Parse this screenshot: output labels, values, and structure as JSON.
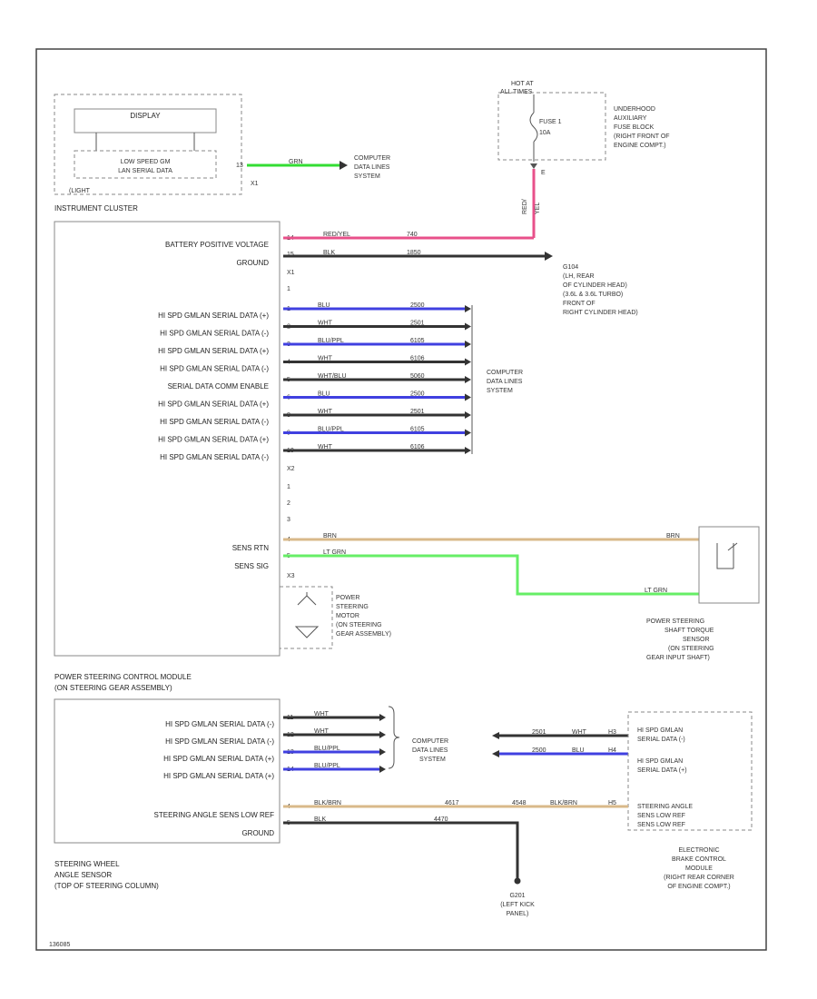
{
  "colors": {
    "green": "#33dd33",
    "pink": "#e8508a",
    "black": "#333333",
    "blue": "#4040e0",
    "tan": "#d9b98a",
    "ltgreen": "#66ee66"
  },
  "cluster": {
    "display": "DISPLAY",
    "low_speed": [
      "LOW SPEED GM",
      "LAN SERIAL DATA"
    ],
    "light_label": "(LIGHT",
    "title": "INSTRUMENT CLUSTER",
    "pin_top": "13",
    "conn_top": "X1",
    "wire_green_color": "GRN",
    "dest_top": [
      "COMPUTER",
      "DATA LINES",
      "SYSTEM"
    ]
  },
  "fuse": {
    "hot_at": [
      "HOT AT",
      "ALL TIMES"
    ],
    "fuse_name": "FUSE 1",
    "fuse_amps": "10A",
    "block": [
      "UNDERHOOD",
      "AUXILIARY",
      "FUSE BLOCK",
      "(RIGHT FRONT OF",
      "ENGINE COMPT.)"
    ],
    "pin": "E",
    "wire_vertical": [
      "RED/",
      "YEL"
    ]
  },
  "power_rows": [
    {
      "label": "BATTERY POSITIVE VOLTAGE",
      "pin": "14",
      "color": "RED/YEL",
      "circuit": "740"
    },
    {
      "label": "GROUND",
      "pin": "15",
      "color": "BLK",
      "circuit": "1850"
    }
  ],
  "power_conn": "X1",
  "ground1": [
    "G104",
    "(LH, REAR",
    "OF CYLINDER HEAD)",
    "(3.6L & 3.6L TURBO)",
    "FRONT OF",
    "RIGHT CYLINDER HEAD)"
  ],
  "data_rows": [
    {
      "label": "HI SPD GMLAN SERIAL DATA (+)",
      "pin": "1",
      "color": "BLU",
      "circuit": "2500"
    },
    {
      "label": "HI SPD GMLAN SERIAL DATA (-)",
      "pin": "2",
      "color": "WHT",
      "circuit": "2501"
    },
    {
      "label": "HI SPD GMLAN SERIAL DATA (+)",
      "pin": "3",
      "color": "BLU/PPL",
      "circuit": "6105"
    },
    {
      "label": "HI SPD GMLAN SERIAL DATA (-)",
      "pin": "4",
      "color": "WHT",
      "circuit": "6106"
    },
    {
      "label": "SERIAL DATA COMM ENABLE",
      "pin": "5",
      "color": "WHT/BLU",
      "circuit": "5060"
    },
    {
      "label": "HI SPD GMLAN SERIAL DATA (+)",
      "pin": "6",
      "color": "BLU",
      "circuit": "2500"
    },
    {
      "label": "HI SPD GMLAN SERIAL DATA (-)",
      "pin": "8",
      "color": "WHT",
      "circuit": "2501"
    },
    {
      "label": "HI SPD GMLAN SERIAL DATA (+)",
      "pin": "9",
      "color": "BLU/PPL",
      "circuit": "6105"
    },
    {
      "label": "HI SPD GMLAN SERIAL DATA (-)",
      "pin": "10",
      "color": "WHT",
      "circuit": "6106"
    }
  ],
  "data_conn_top": "X1",
  "data_conn_pin": "1",
  "data_dest": [
    "COMPUTER",
    "DATA LINES",
    "SYSTEM"
  ],
  "data_conn_bottom": "X2",
  "x2_pins": [
    "1",
    "2",
    "3"
  ],
  "sensor_rows": [
    {
      "label": "SENS RTN",
      "pin": "4",
      "color": "BRN",
      "circuit": ""
    },
    {
      "label": "SENS SIG",
      "pin": "5",
      "color": "LT GRN",
      "circuit": ""
    }
  ],
  "sensor_right_colors": [
    "BRN",
    "LT GRN"
  ],
  "sensor_conn": "X3",
  "motor": [
    "POWER",
    "STEERING",
    "MOTOR",
    "(ON STEERING",
    "GEAR ASSEMBLY)"
  ],
  "torque_sensor": [
    "POWER STEERING",
    "SHAFT TORQUE",
    "SENSOR",
    "(ON STEERING",
    "GEAR INPUT SHAFT)"
  ],
  "pscm": [
    "POWER STEERING CONTROL MODULE",
    "(ON STEERING GEAR ASSEMBLY)"
  ],
  "swa_rows": [
    {
      "label": "HI SPD GMLAN SERIAL DATA (-)",
      "pin": "11",
      "color": "WHT"
    },
    {
      "label": "HI SPD GMLAN SERIAL DATA (-)",
      "pin": "12",
      "color": "WHT"
    },
    {
      "label": "HI SPD GMLAN SERIAL DATA (+)",
      "pin": "13",
      "color": "BLU/PPL"
    },
    {
      "label": "HI SPD GMLAN SERIAL DATA (+)",
      "pin": "14",
      "color": "BLU/PPL"
    }
  ],
  "swa_dest": [
    "COMPUTER",
    "DATA LINES",
    "SYSTEM"
  ],
  "ebcm_rows": [
    {
      "circuit": "2501",
      "color": "WHT",
      "pin": "H3"
    },
    {
      "circuit": "2500",
      "color": "BLU",
      "pin": "H4"
    }
  ],
  "ebcm_labels": [
    "HI SPD GMLAN",
    "SERIAL DATA (-)",
    "HI SPD GMLAN",
    "SERIAL DATA (+)",
    "STEERING ANGLE",
    "SENS LOW REF",
    "SENS LOW REF"
  ],
  "ebcm": [
    "ELECTRONIC",
    "BRAKE CONTROL",
    "MODULE",
    "(RIGHT REAR CORNER",
    "OF ENGINE COMPT.)"
  ],
  "swa_lower_rows": [
    {
      "label": "STEERING ANGLE SENS LOW REF",
      "pin": "4",
      "color": "BLK/BRN",
      "circuit": "4617"
    },
    {
      "label": "GROUND",
      "pin": "5",
      "color": "BLK",
      "circuit": "4470"
    }
  ],
  "ebcm_low_ref": {
    "circuit": "4548",
    "color": "BLK/BRN",
    "pin": "H5"
  },
  "swa_sensor": [
    "STEERING WHEEL",
    "ANGLE SENSOR",
    "(TOP OF STEERING COLUMN)"
  ],
  "ground2": [
    "G201",
    "(LEFT KICK",
    "PANEL)"
  ],
  "code": "136085"
}
